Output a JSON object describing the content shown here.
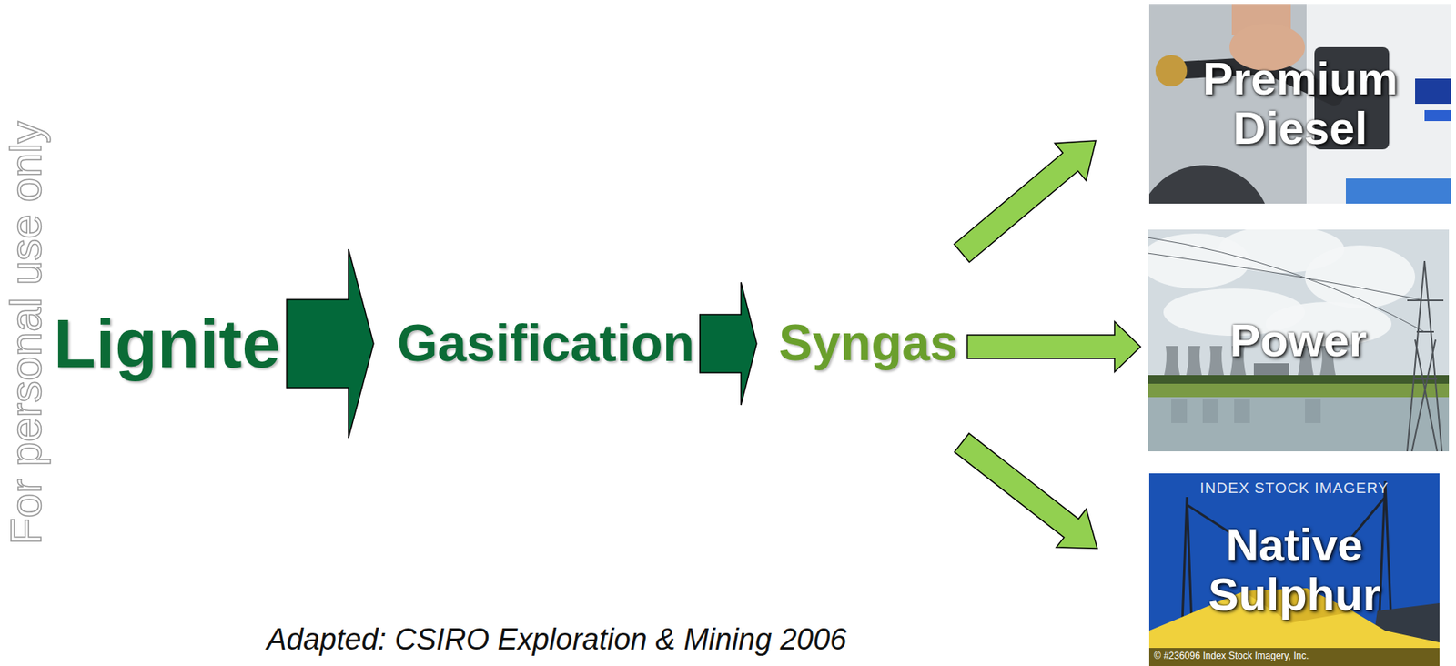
{
  "diagram": {
    "caption": "Adapted: CSIRO Exploration & Mining 2006",
    "nodes": [
      {
        "text": [
          "Lignite"
        ]
      },
      {
        "text": [
          "Gasification"
        ]
      },
      {
        "text": [
          "Syngas"
        ]
      },
      {
        "text": [
          "Premium Diesel"
        ]
      },
      {
        "text": [
          "Power"
        ]
      },
      {
        "text": [
          "Native Sulphur"
        ]
      }
    ],
    "edges": [
      {
        "from": 0,
        "to": 1,
        "arrow": "to"
      },
      {
        "from": 1,
        "to": 2,
        "arrow": "to"
      },
      {
        "from": 2,
        "to": 3,
        "arrow": "to"
      },
      {
        "from": 2,
        "to": 4,
        "arrow": "to"
      },
      {
        "from": 2,
        "to": 5,
        "arrow": "to"
      }
    ],
    "labels": [
      "For personal use only",
      "INDEX STOCK IMAGERY",
      "© #236096 Index Stock Imagery, Inc."
    ]
  }
}
